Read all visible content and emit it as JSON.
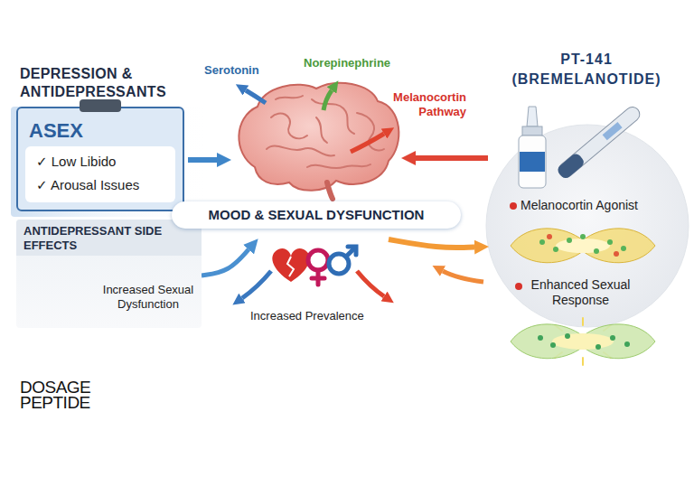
{
  "diagram": {
    "nodes": [
      {
        "text": [
          "DEPRESSION & ANTIDEPRESSANTS",
          "ASEX",
          "✓ Low Libido",
          "✓ Arousal Issues"
        ]
      },
      {
        "text": [
          "ANTIDEPRESSANT SIDE EFFECTS",
          "Increased Sexual Dysfunction"
        ]
      },
      {
        "text": [
          "MOOD & SEXUAL DYSFUNCTION"
        ]
      },
      {
        "text": [
          "PT-141 (BREMELANOTIDE)",
          "Melanocortin Agonist",
          "Enhanced Sexual Response"
        ]
      }
    ],
    "edges": [
      {
        "from": 0,
        "to": 2,
        "arrow": "to"
      },
      {
        "from": 1,
        "to": 2,
        "arrow": "to"
      },
      {
        "from": 3,
        "to": 2,
        "arrow": "to"
      },
      {
        "from": 2,
        "to": 3,
        "arrow": "to"
      }
    ],
    "labels": [
      "Serotonin",
      "Norepinephrine",
      "Melanocortin Pathway",
      "Increased Prevalence",
      "DOSAGE PEPTIDE"
    ]
  }
}
